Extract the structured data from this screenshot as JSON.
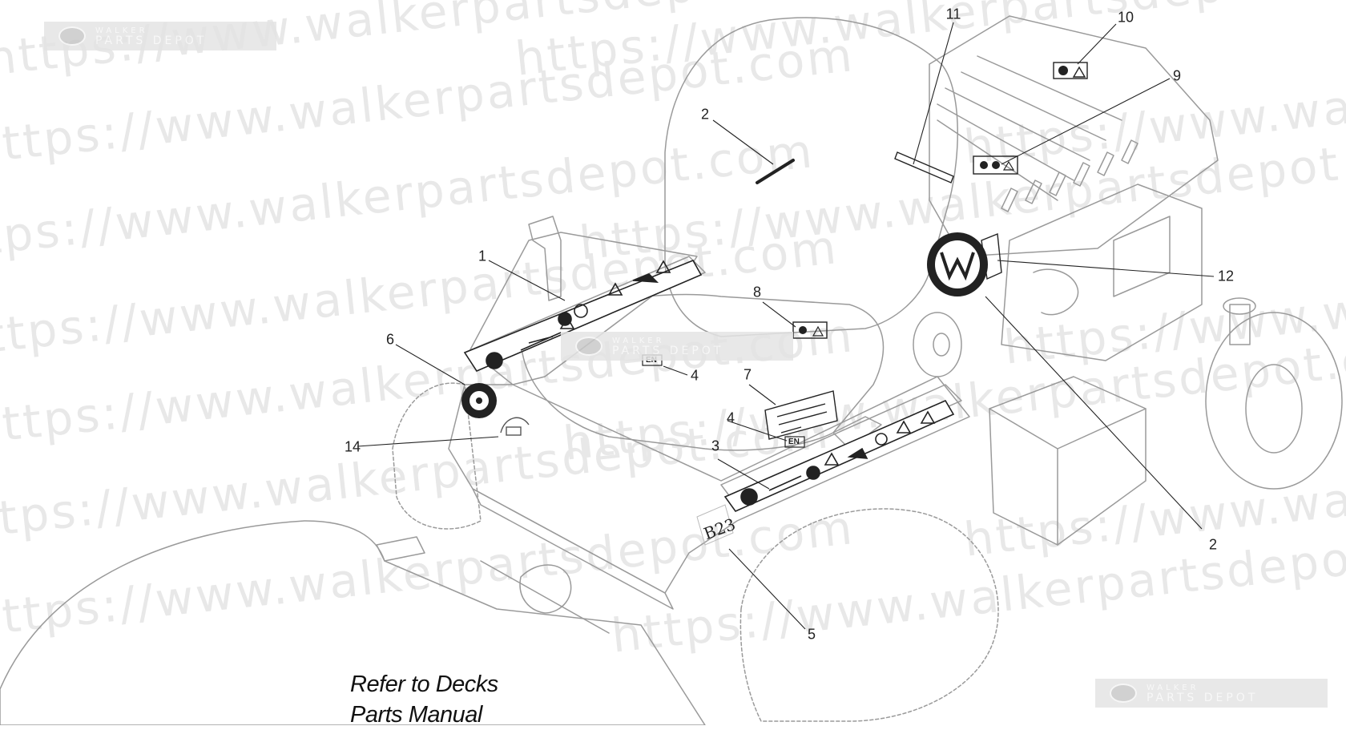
{
  "watermark": {
    "site_text": "https://www.walkerpartsdepot.com",
    "brand_top": "WALKER",
    "brand_bottom": "PARTS DEPOT"
  },
  "callouts": {
    "c1": "1",
    "c2a": "2",
    "c2b": "2",
    "c3": "3",
    "c4a": "4",
    "c4b": "4",
    "c5": "5",
    "c6": "6",
    "c7": "7",
    "c8": "8",
    "c9": "9",
    "c10": "10",
    "c11": "11",
    "c12": "12",
    "c14": "14"
  },
  "note": {
    "line1": "Refer to Decks",
    "line2": "Parts Manual"
  },
  "decals": {
    "b23": "B23",
    "en": "EN"
  },
  "colors": {
    "line": "#9a9a9a",
    "ink": "#222222",
    "watermark": "#e8e8e8"
  }
}
